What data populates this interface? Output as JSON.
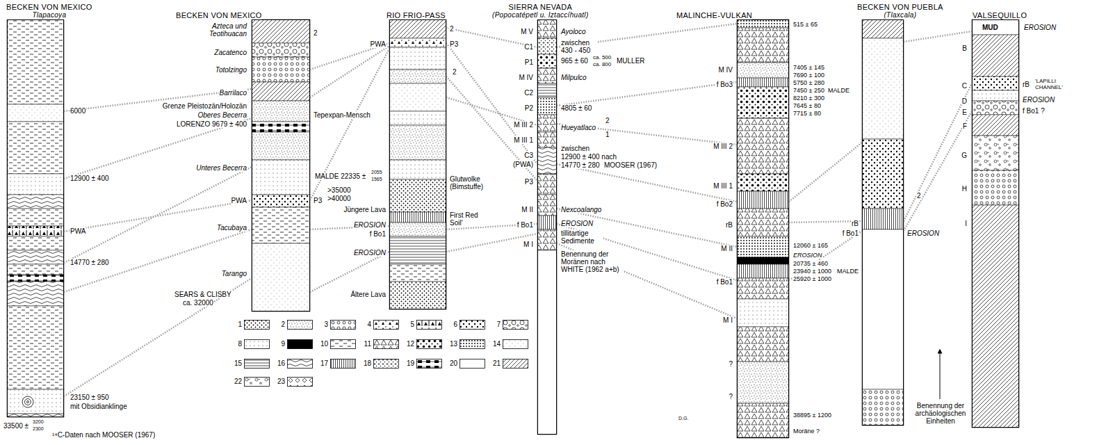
{
  "diagram": {
    "nodes": [
      {
        "text": [
          "BECKEN VON MEXICO",
          "Tlapacoya"
        ]
      },
      {
        "text": [
          "BECKEN VON MEXICO"
        ]
      },
      {
        "text": [
          "RIO FRIO-PASS"
        ]
      },
      {
        "text": [
          "SIERRA NEVADA",
          "(Popocatépetl u. Iztaccíhuatl)"
        ]
      },
      {
        "text": [
          "MALINCHE-VULKAN"
        ]
      },
      {
        "text": [
          "BECKEN VON PUEBLA",
          "(Tlaxcala)"
        ]
      },
      {
        "text": [
          "VALSEQUILLO"
        ]
      }
    ],
    "edges": [
      {
        "from": 0,
        "to": 1,
        "arrow": "none"
      },
      {
        "from": 0,
        "to": 1,
        "arrow": "none"
      },
      {
        "from": 0,
        "to": 1,
        "arrow": "none"
      },
      {
        "from": 0,
        "to": 1,
        "arrow": "none"
      },
      {
        "from": 0,
        "to": 1,
        "arrow": "none"
      },
      {
        "from": 0,
        "to": 1,
        "arrow": "none"
      },
      {
        "from": 1,
        "to": 2,
        "arrow": "none"
      },
      {
        "from": 1,
        "to": 2,
        "arrow": "none"
      },
      {
        "from": 1,
        "to": 2,
        "arrow": "none"
      },
      {
        "from": 1,
        "to": 2,
        "arrow": "none"
      },
      {
        "from": 1,
        "to": 2,
        "arrow": "none"
      },
      {
        "from": 2,
        "to": 3,
        "arrow": "none"
      },
      {
        "from": 2,
        "to": 3,
        "arrow": "none"
      },
      {
        "from": 2,
        "to": 3,
        "arrow": "none"
      },
      {
        "from": 2,
        "to": 3,
        "arrow": "none"
      },
      {
        "from": 2,
        "to": 3,
        "arrow": "none"
      },
      {
        "from": 2,
        "to": 3,
        "arrow": "none"
      },
      {
        "from": 3,
        "to": 4,
        "arrow": "none"
      },
      {
        "from": 3,
        "to": 4,
        "arrow": "none"
      },
      {
        "from": 3,
        "to": 4,
        "arrow": "none"
      },
      {
        "from": 3,
        "to": 4,
        "arrow": "none"
      },
      {
        "from": 3,
        "to": 4,
        "arrow": "none"
      },
      {
        "from": 3,
        "to": 4,
        "arrow": "none"
      },
      {
        "from": 3,
        "to": 4,
        "arrow": "none"
      },
      {
        "from": 4,
        "to": 5,
        "arrow": "none"
      },
      {
        "from": 4,
        "to": 5,
        "arrow": "none"
      },
      {
        "from": 4,
        "to": 5,
        "arrow": "none"
      },
      {
        "from": 5,
        "to": 6,
        "arrow": "none"
      },
      {
        "from": 5,
        "to": 6,
        "arrow": "none"
      },
      {
        "from": 5,
        "to": 6,
        "arrow": "none"
      }
    ],
    "labels": [
      "6000",
      "12900 ± 400",
      "PWA",
      "14770 ± 280",
      "SEARS & CLISBY",
      "ca. 32000",
      "23150 ± 950",
      "mit Obsidianklinge",
      "33500 ±",
      "3200",
      "2300",
      "¹⁴C-Daten nach MOOSER (1967)",
      "Azteca und Teotihuacan",
      "Zacatenco",
      "Totolzingo",
      "Barrilaco",
      "Grenze Pleistozän/Holozän",
      "Oberes Becerra",
      "LORENZO 9679 ± 400",
      "Unteres Becerra",
      "PWA",
      "P3",
      "Tacubaya",
      "Tarango",
      "Tepexpan-Mensch",
      "2",
      "MALDE 22335 ±",
      "2055",
      "1565",
      ">35000",
      ">40000",
      "PWA",
      "P3",
      "2",
      "2",
      "Glutwolke (Bimstuffe)",
      "Jüngere Lava",
      "EROSION",
      "f Bo1",
      "First Red Soil'",
      "EROSION",
      "Ältere Lava",
      "M V",
      "C1",
      "P1",
      "M IV",
      "C2",
      "P2",
      "M III 2",
      "M III 1",
      "C3",
      "(PWA)",
      "P3",
      "M II",
      "f Bo1",
      "M I",
      "Ayoloco",
      "zwischen 430 - 450",
      "965 ± 60",
      "ca. 500",
      "ca. 800",
      "MULLER",
      "Milpulco",
      "4805 ± 60",
      "2",
      "Hueyatlaco",
      "1",
      "zwischen",
      "12900 ± 400 nach",
      "14770 ± 280",
      "MOOSER (1967)",
      "Nexcoalango",
      "EROSION",
      "tillitartige Sedimente",
      "Benennung der Moränen nach WHITE (1962 a+b)",
      "M IV",
      "f Bo3",
      "M III 2",
      "M III 1",
      "f Bo2",
      "rB",
      "M II",
      "f Bo1",
      "M I",
      "?",
      "?",
      "D.G.",
      "515 ± 65",
      "7405 ± 145",
      "7690 ± 100",
      "5750 ± 280",
      "7450 ± 250",
      "MALDE",
      "8210 ± 300",
      "7645 ± 80",
      "7715 ± 80",
      "12060 ± 165",
      "EROSION",
      "20735 ± 460",
      "23940 ± 1000",
      "25920 ± 1000",
      "MALDE",
      "38895 ± 1200",
      "Moräne ?",
      "rB",
      "f Bo1",
      "EROSION",
      "2",
      "MUD",
      "EROSION",
      "B",
      "C",
      "D",
      "E",
      "F",
      "G",
      "H",
      "I",
      "rB",
      "'LAPILLI CHANNEL'",
      "EROSION",
      "f Bo1 ?",
      "Benennung der archäologischen Einheiten"
    ],
    "legend": [
      {
        "text": "1"
      },
      {
        "text": "2"
      },
      {
        "text": "3"
      },
      {
        "text": "4"
      },
      {
        "text": "5"
      },
      {
        "text": "6"
      },
      {
        "text": "7"
      },
      {
        "text": "8"
      },
      {
        "text": "9"
      },
      {
        "text": "10"
      },
      {
        "text": "11"
      },
      {
        "text": "12"
      },
      {
        "text": "13"
      },
      {
        "text": "14"
      },
      {
        "text": "15"
      },
      {
        "text": "16"
      },
      {
        "text": "17"
      },
      {
        "text": "18"
      },
      {
        "text": "19"
      },
      {
        "text": "20"
      },
      {
        "text": "21"
      },
      {
        "text": "22"
      },
      {
        "text": "23"
      }
    ]
  }
}
